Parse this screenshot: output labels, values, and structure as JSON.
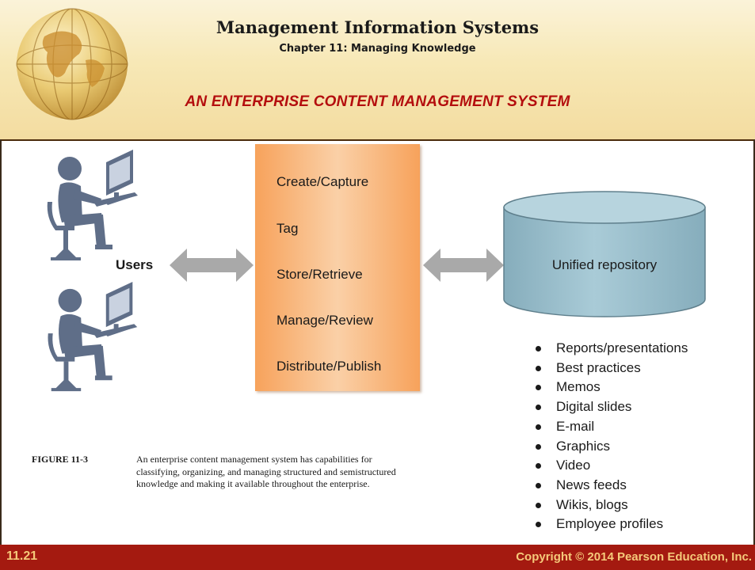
{
  "header": {
    "title": "Management Information Systems",
    "chapter": "Chapter 11: Managing Knowledge",
    "slide_title": "AN ENTERPRISE CONTENT MANAGEMENT SYSTEM"
  },
  "diagram": {
    "users_label": "Users",
    "process_items": [
      "Create/Capture",
      "Tag",
      "Store/Retrieve",
      "Manage/Review",
      "Distribute/Publish"
    ],
    "repository_label": "Unified repository",
    "repository_items": [
      "Reports/presentations",
      "Best practices",
      "Memos",
      "Digital slides",
      "E-mail",
      "Graphics",
      "Video",
      "News feeds",
      "Wikis, blogs",
      "Employee profiles"
    ]
  },
  "figure": {
    "label": "FIGURE 11-3",
    "caption": "An enterprise content management system has capabilities for classifying, organizing, and managing structured and semistructured knowledge and making it available throughout the enterprise."
  },
  "footer": {
    "page": "11.21",
    "copyright": "Copyright © 2014 Pearson Education, Inc."
  },
  "colors": {
    "header_bg": "#f7e8b6",
    "title_red": "#b40e0e",
    "footer_bg": "#a41a10",
    "footer_text": "#f5c97a",
    "process_box": "#f7a25b",
    "repository": "#9ec2cf",
    "user_figure": "#5f6e88",
    "arrow": "#a9a9a9"
  },
  "icons": [
    "globe-icon",
    "user-computer-icon",
    "double-arrow-icon",
    "database-cylinder-icon"
  ]
}
